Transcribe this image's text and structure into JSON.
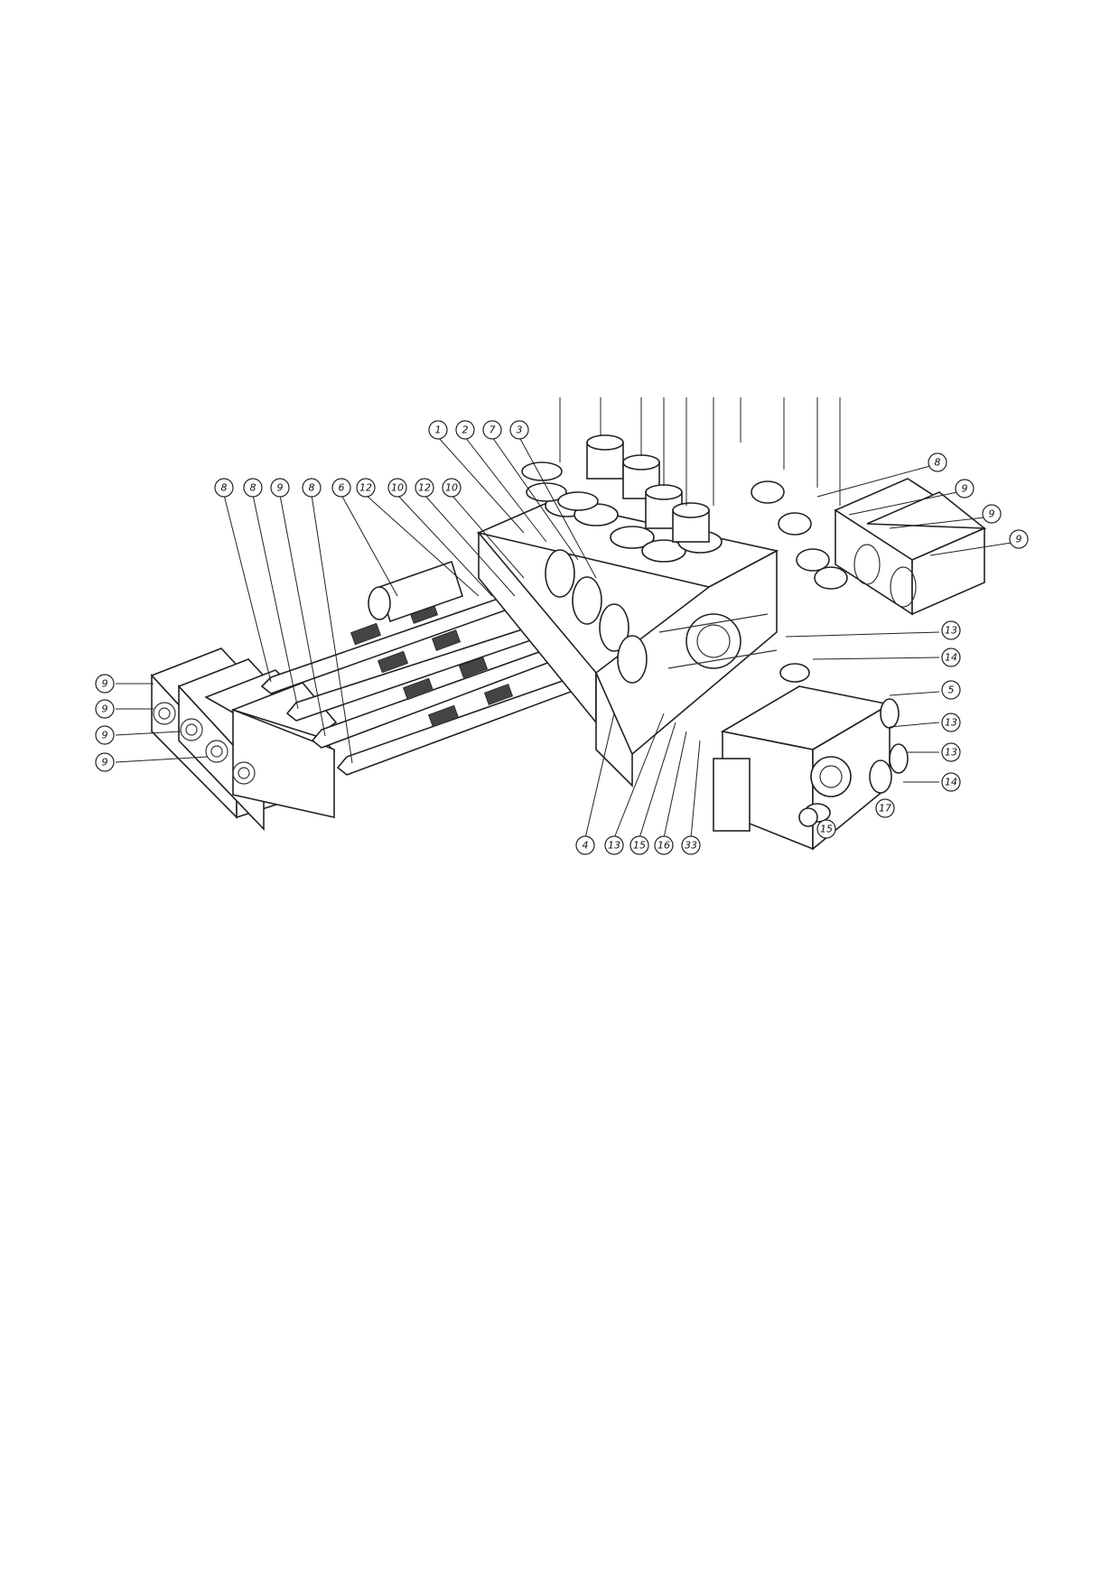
{
  "callouts": [
    {
      "id": "c1",
      "label": "1"
    },
    {
      "id": "c2",
      "label": "2"
    },
    {
      "id": "c3",
      "label": "7"
    },
    {
      "id": "c4",
      "label": "3"
    },
    {
      "id": "c5",
      "label": "8"
    },
    {
      "id": "c6",
      "label": "8"
    },
    {
      "id": "c7",
      "label": "9"
    },
    {
      "id": "c8",
      "label": "8"
    },
    {
      "id": "c9",
      "label": "6"
    },
    {
      "id": "c10",
      "label": "12"
    },
    {
      "id": "c11",
      "label": "10"
    },
    {
      "id": "c12",
      "label": "12"
    },
    {
      "id": "c13",
      "label": "10"
    },
    {
      "id": "c14",
      "label": "8"
    },
    {
      "id": "c15",
      "label": "9"
    },
    {
      "id": "c16",
      "label": "9"
    },
    {
      "id": "c17",
      "label": "9"
    },
    {
      "id": "c18",
      "label": "9"
    },
    {
      "id": "c19",
      "label": "9"
    },
    {
      "id": "c20",
      "label": "9"
    },
    {
      "id": "c21",
      "label": "9"
    },
    {
      "id": "c22",
      "label": "13"
    },
    {
      "id": "c23",
      "label": "14"
    },
    {
      "id": "c24",
      "label": "5"
    },
    {
      "id": "c25",
      "label": "13"
    },
    {
      "id": "c26",
      "label": "13"
    },
    {
      "id": "c27",
      "label": "14"
    },
    {
      "id": "c28",
      "label": "4"
    },
    {
      "id": "c29",
      "label": "13"
    },
    {
      "id": "c30",
      "label": "15"
    },
    {
      "id": "c31",
      "label": "16"
    },
    {
      "id": "c32",
      "label": "33"
    },
    {
      "id": "c33",
      "label": "15"
    },
    {
      "id": "c34",
      "label": "17"
    }
  ]
}
